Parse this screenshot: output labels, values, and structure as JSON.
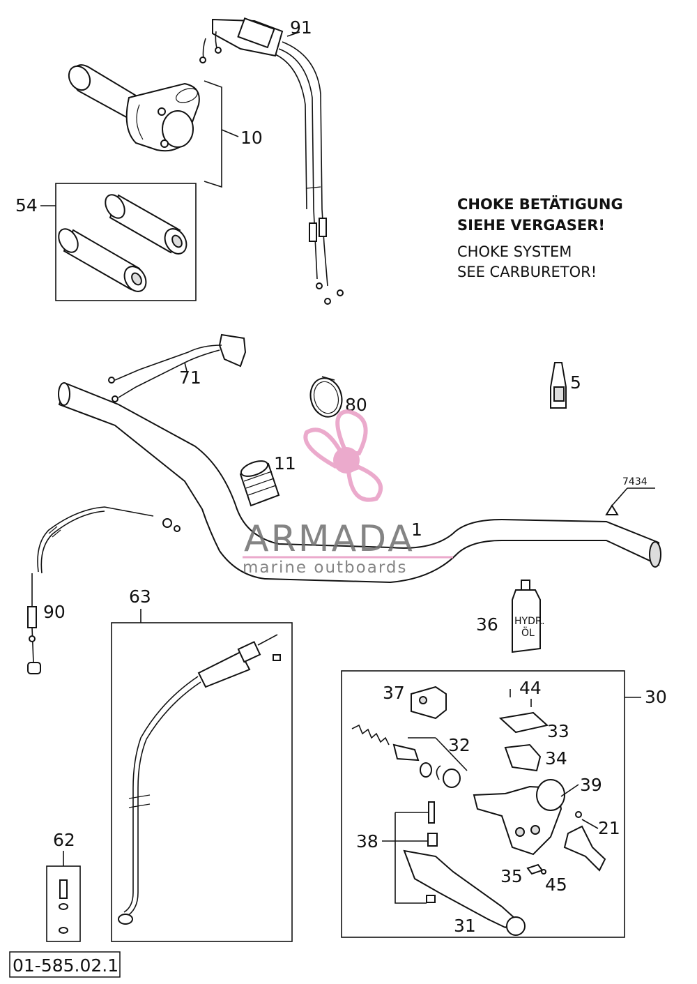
{
  "note": {
    "line1": "CHOKE BETÄTIGUNG",
    "line2": "SIEHE VERGASER!",
    "line3": "CHOKE SYSTEM",
    "line4": "SEE CARBURETOR!"
  },
  "parts": {
    "p91": "91",
    "p10": "10",
    "p54": "54",
    "p71": "71",
    "p80": "80",
    "p5": "5",
    "p11": "11",
    "p1": "1",
    "p7434": "7434",
    "p90": "90",
    "p63": "63",
    "p36": "36",
    "p30": "30",
    "p37": "37",
    "p44": "44",
    "p33": "33",
    "p32": "32",
    "p34": "34",
    "p39": "39",
    "p21": "21",
    "p38": "38",
    "p35": "35",
    "p45": "45",
    "p31": "31",
    "p62": "62"
  },
  "bottle_label": {
    "line1": "HYDR.",
    "line2": "ÖL"
  },
  "diagram_code": "01-585.02.1",
  "watermark": {
    "brand": "ARMADA",
    "tagline": "marine outboards",
    "accent_color": "#e89cc4"
  }
}
